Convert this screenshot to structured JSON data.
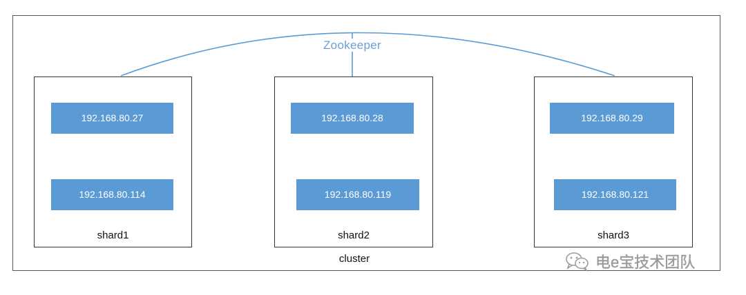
{
  "zookeeper": {
    "label": "Zookeeper",
    "color": "#5b9bd5"
  },
  "cluster": {
    "label": "cluster"
  },
  "shards": [
    {
      "label": "shard1",
      "nodes": [
        "192.168.80.27",
        "192.168.80.114"
      ]
    },
    {
      "label": "shard2",
      "nodes": [
        "192.168.80.28",
        "192.168.80.119"
      ]
    },
    {
      "label": "shard3",
      "nodes": [
        "192.168.80.29",
        "192.168.80.121"
      ]
    }
  ],
  "node_color": "#5b9bd5",
  "watermark": {
    "text": "电e宝技术团队",
    "icon": "wechat-icon"
  }
}
